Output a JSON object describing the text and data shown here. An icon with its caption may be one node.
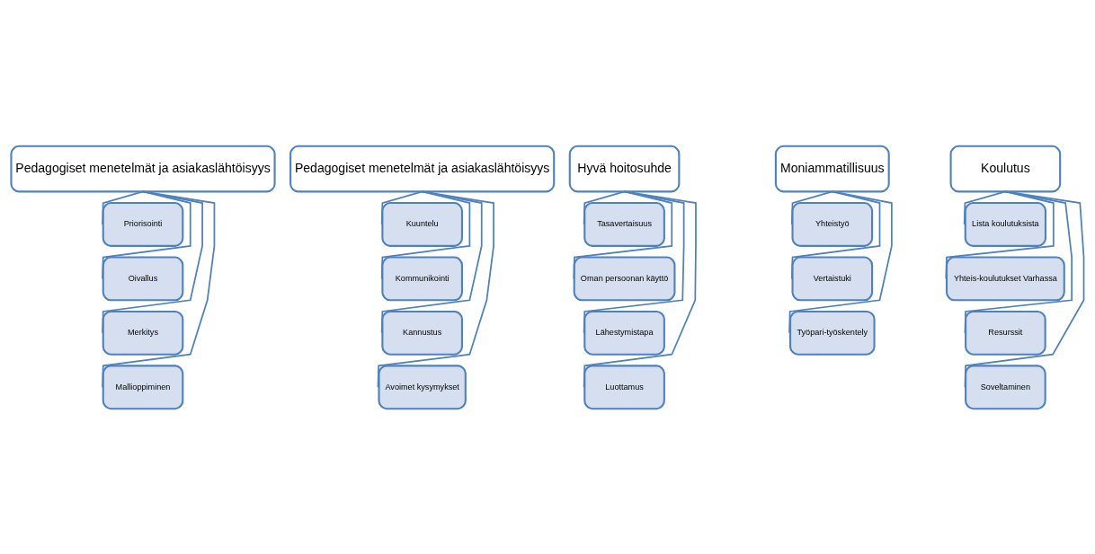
{
  "diagram": {
    "nodes": [
      {
        "text": [
          "Pedagogiset menetelmät ja asiakaslähtöisyys"
        ]
      },
      {
        "text": [
          "Priorisointi"
        ]
      },
      {
        "text": [
          "Oivallus"
        ]
      },
      {
        "text": [
          "Merkitys"
        ]
      },
      {
        "text": [
          "Mallioppiminen"
        ]
      },
      {
        "text": [
          "Pedagogiset menetelmät ja asiakaslähtöisyys"
        ]
      },
      {
        "text": [
          "Kuuntelu"
        ]
      },
      {
        "text": [
          "Kommunikointi"
        ]
      },
      {
        "text": [
          "Kannustus"
        ]
      },
      {
        "text": [
          "Avoimet kysymykset"
        ]
      },
      {
        "text": [
          "Hyvä hoitosuhde"
        ]
      },
      {
        "text": [
          "Tasavertaisuus"
        ]
      },
      {
        "text": [
          "Oman persoonan käyttö"
        ]
      },
      {
        "text": [
          "Lähestymistapa"
        ]
      },
      {
        "text": [
          "Luottamus"
        ]
      },
      {
        "text": [
          "Moniammatillisuus"
        ]
      },
      {
        "text": [
          "Yhteistyö"
        ]
      },
      {
        "text": [
          "Vertaistuki"
        ]
      },
      {
        "text": [
          "Työpari-työskentely"
        ]
      },
      {
        "text": [
          "Koulutus"
        ]
      },
      {
        "text": [
          "Lista koulutuksista"
        ]
      },
      {
        "text": [
          "Yhteis-koulutukset Varhassa"
        ]
      },
      {
        "text": [
          "Resurssit"
        ]
      },
      {
        "text": [
          "Soveltaminen"
        ]
      }
    ],
    "edges": [
      {
        "from": 0,
        "to": 1,
        "arrow": "none"
      },
      {
        "from": 0,
        "to": 2,
        "arrow": "none"
      },
      {
        "from": 0,
        "to": 3,
        "arrow": "none"
      },
      {
        "from": 0,
        "to": 4,
        "arrow": "none"
      },
      {
        "from": 5,
        "to": 6,
        "arrow": "none"
      },
      {
        "from": 5,
        "to": 7,
        "arrow": "none"
      },
      {
        "from": 5,
        "to": 8,
        "arrow": "none"
      },
      {
        "from": 5,
        "to": 9,
        "arrow": "none"
      },
      {
        "from": 10,
        "to": 11,
        "arrow": "none"
      },
      {
        "from": 10,
        "to": 12,
        "arrow": "none"
      },
      {
        "from": 10,
        "to": 13,
        "arrow": "none"
      },
      {
        "from": 10,
        "to": 14,
        "arrow": "none"
      },
      {
        "from": 15,
        "to": 16,
        "arrow": "none"
      },
      {
        "from": 15,
        "to": 17,
        "arrow": "none"
      },
      {
        "from": 15,
        "to": 18,
        "arrow": "none"
      },
      {
        "from": 19,
        "to": 20,
        "arrow": "none"
      },
      {
        "from": 19,
        "to": 21,
        "arrow": "none"
      },
      {
        "from": 19,
        "to": 22,
        "arrow": "none"
      },
      {
        "from": 19,
        "to": 23,
        "arrow": "none"
      }
    ]
  }
}
